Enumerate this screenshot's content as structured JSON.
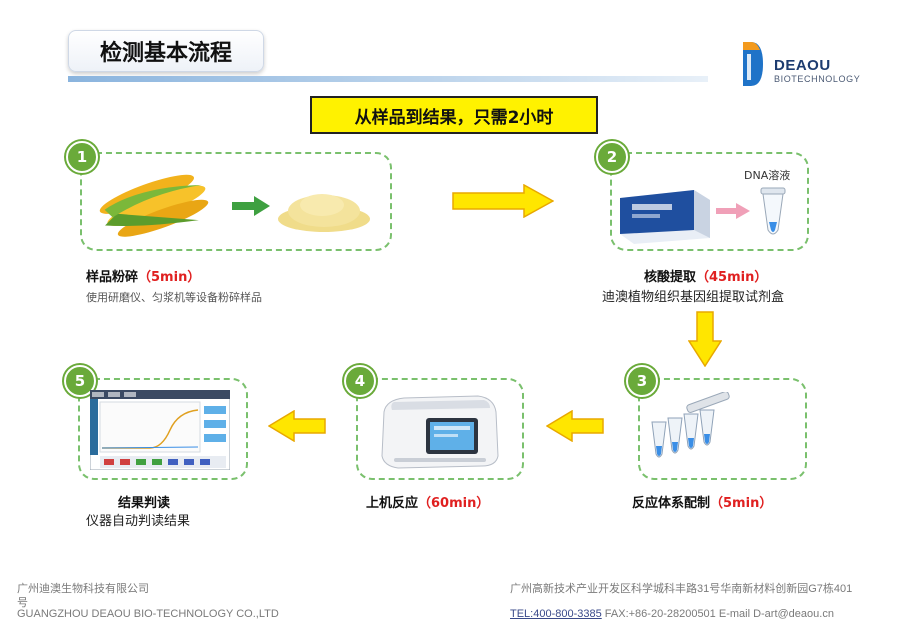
{
  "header": {
    "title": "检测基本流程",
    "logo_name": "DEAOU",
    "logo_sub": "BIOTECHNOLOGY"
  },
  "banner": "从样品到结果，只需2小时",
  "steps": [
    {
      "num": "1",
      "label": "样品粉碎",
      "time": "（5min）",
      "desc": "使用研磨仪、匀浆机等设备粉碎样品"
    },
    {
      "num": "2",
      "label": "核酸提取",
      "time": "（45min）",
      "desc": "迪澳植物组织基因组提取试剂盒",
      "tag": "DNA溶液"
    },
    {
      "num": "3",
      "label": "反应体系配制",
      "time": "（5min）",
      "desc": ""
    },
    {
      "num": "4",
      "label": "上机反应",
      "time": "（60min）",
      "desc": ""
    },
    {
      "num": "5",
      "label": "结果判读",
      "time": "",
      "desc": "仪器自动判读结果"
    }
  ],
  "footer": {
    "company_cn": "广州迪澳生物科技有限公司",
    "company_cn_cont": "号",
    "company_en": "GUANGZHOU DEAOU BIO-TECHNOLOGY CO.,LTD",
    "address": "广州高新技术产业开发区科学城科丰路31号华南新材料创新园G7栋401",
    "tel": "TEL:400-800-3385",
    "contact": " FAX:+86-20-28200501  E-mail D-art@deaou.cn"
  },
  "colors": {
    "accent_green": "#6aaa3a",
    "arrow_yellow": "#ffe600",
    "time_red": "#e02020",
    "banner_yellow": "#fff200"
  }
}
